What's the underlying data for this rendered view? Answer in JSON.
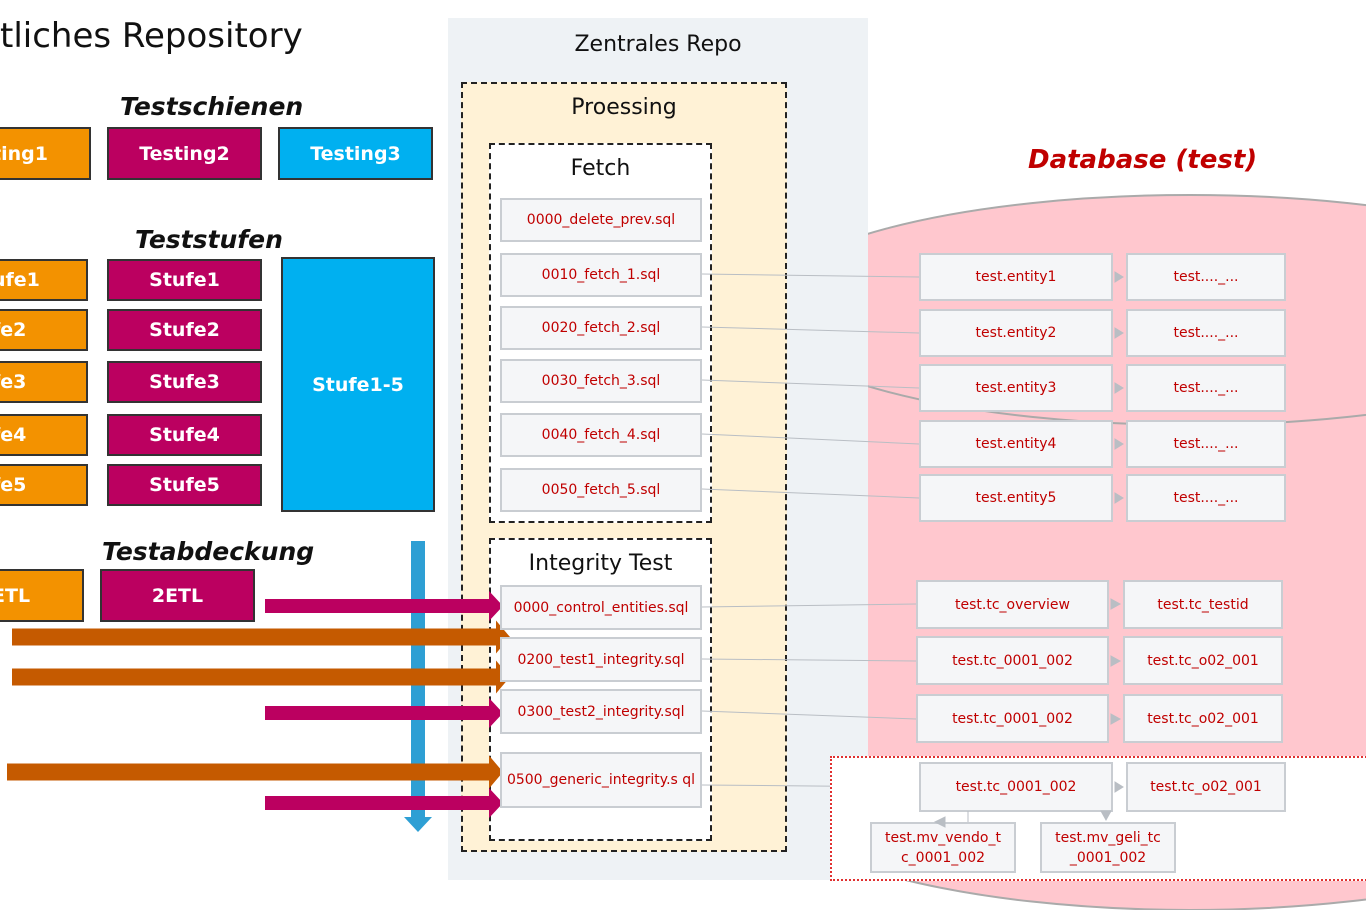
{
  "title": "tliches Repository",
  "left": {
    "testschienen": {
      "heading": "Testschienen",
      "items": [
        "ting1",
        "Testing2",
        "Testing3"
      ]
    },
    "teststufen": {
      "heading": "Teststufen",
      "orange": [
        "ufe1",
        "fe2",
        "fe3",
        "fe4",
        "fe5"
      ],
      "magenta": [
        "Stufe1",
        "Stufe2",
        "Stufe3",
        "Stufe4",
        "Stufe5"
      ],
      "combined": "Stufe1-5"
    },
    "testabdeckung": {
      "heading": "Testabdeckung",
      "items": [
        "ETL",
        "2ETL"
      ]
    }
  },
  "repo": {
    "title": "Zentrales Repo",
    "processing": "Proessing",
    "fetch": {
      "title": "Fetch",
      "files": [
        "0000_delete_prev.sql",
        "0010_fetch_1.sql",
        "0020_fetch_2.sql",
        "0030_fetch_3.sql",
        "0040_fetch_4.sql",
        "0050_fetch_5.sql"
      ]
    },
    "integrity": {
      "title": "Integrity Test",
      "files": [
        "0000_control_entities.sql",
        "0200_test1_integrity.sql",
        "0300_test2_integrity.sql",
        "0500_generic_integrity.s ql"
      ]
    }
  },
  "database": {
    "title": "Database (test)",
    "entities": [
      [
        "test.entity1",
        "test...._..."
      ],
      [
        "test.entity2",
        "test...._..."
      ],
      [
        "test.entity3",
        "test...._..."
      ],
      [
        "test.entity4",
        "test...._..."
      ],
      [
        "test.entity5",
        "test...._..."
      ]
    ],
    "tc": [
      [
        "test.tc_overview",
        "test.tc_testid"
      ],
      [
        "test.tc_0001_002",
        "test.tc_o02_001"
      ],
      [
        "test.tc_0001_002",
        "test.tc_o02_001"
      ]
    ],
    "generic": {
      "main": [
        "test.tc_0001_002",
        "test.tc_o02_001"
      ],
      "views": [
        "test.mv_vendo_t c_0001_002",
        "test.mv_geli_tc _0001_002"
      ]
    }
  },
  "colors": {
    "orange": "#f39200",
    "magenta": "#bb0060",
    "cyan": "#00b0f0",
    "arrow_orange": "#c55a00",
    "arrow_blue": "#2e9fd4",
    "db_fill": "#ffc7ce",
    "db_title": "#c00000"
  }
}
